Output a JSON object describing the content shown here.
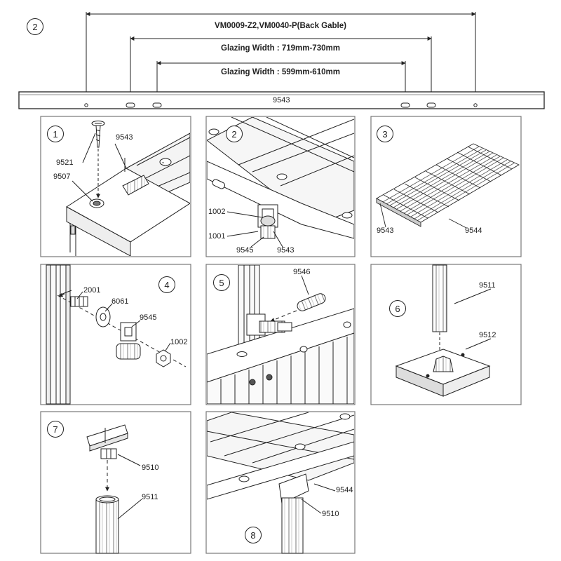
{
  "header": {
    "step": "2",
    "model_title": "VM0009-Z2,VM0040-P(Back Gable)",
    "width_1": "Glazing Width : 719mm-730mm",
    "width_2": "Glazing Width : 599mm-610mm",
    "rail_part": "9543"
  },
  "panels": [
    {
      "step": "1",
      "labels": [
        "9521",
        "9543",
        "9507"
      ]
    },
    {
      "step": "2",
      "labels": [
        "1002",
        "1001",
        "9545",
        "9543"
      ]
    },
    {
      "step": "3",
      "labels": [
        "9543",
        "9544"
      ]
    },
    {
      "step": "4",
      "labels": [
        "2001",
        "6061",
        "9545",
        "1002"
      ]
    },
    {
      "step": "5",
      "labels": [
        "9546"
      ]
    },
    {
      "step": "6",
      "labels": [
        "9511",
        "9512"
      ]
    },
    {
      "step": "7",
      "labels": [
        "9510",
        "9511"
      ]
    },
    {
      "step": "8",
      "labels": [
        "9544",
        "9510"
      ]
    }
  ],
  "colors": {
    "line": "#222222",
    "panel_border": "#777777",
    "fill_light": "#f2f2f2"
  }
}
